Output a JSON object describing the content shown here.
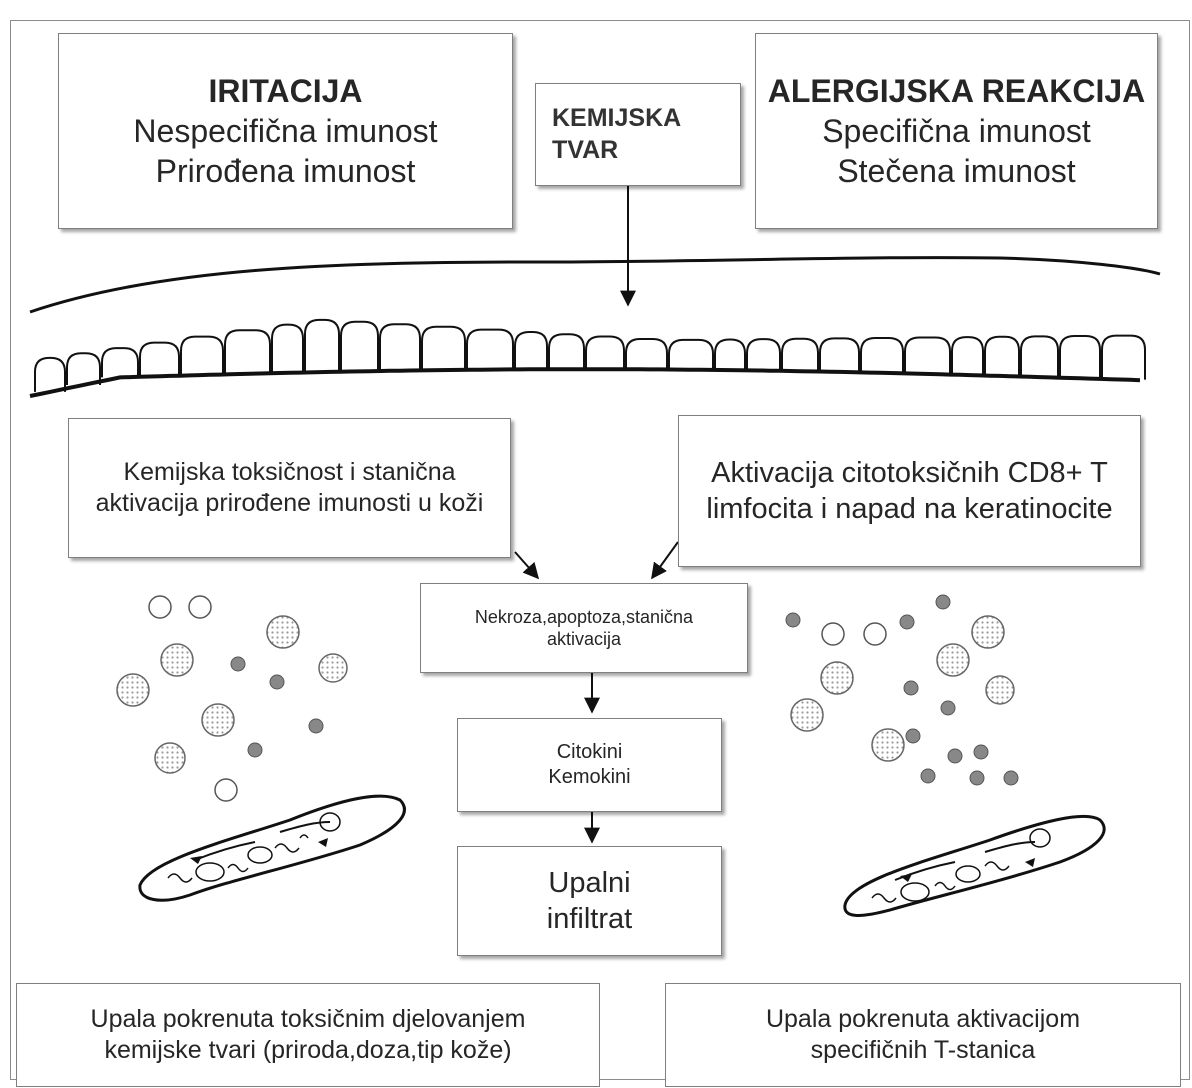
{
  "irritation": {
    "title": "IRITACIJA",
    "line1": "Nespecifična imunost",
    "line2": "Prirođena imunost"
  },
  "allergy": {
    "title": "ALERGIJSKA REAKCIJA",
    "line1": "Specifična imunost",
    "line2": "Stečena imunost"
  },
  "chemical": {
    "line1": "KEMIJSKA",
    "line2": "TVAR"
  },
  "left_mechanism": "Kemijska toksičnost i stanična aktivacija prirođene imunosti u koži",
  "right_mechanism": "Aktivacija citotoksičnih CD8+ T limfocita i napad na keratinocite",
  "necrosis": {
    "line1": "Nekroza,apoptoza,stanična",
    "line2": "aktivacija"
  },
  "cytokines": {
    "line1": "Citokini",
    "line2": "Kemokini"
  },
  "infiltrate": {
    "line1": "Upalni",
    "line2": "infiltrat"
  },
  "bottom_left": {
    "line1": "Upala pokrenuta toksičnim djelovanjem",
    "line2": "kemijske tvari  (priroda,doza,tip kože)"
  },
  "bottom_right": {
    "line1": "Upala pokrenuta aktivacijom",
    "line2": "specifičnih T-stanica"
  },
  "colors": {
    "border": "#7f7f7f",
    "line": "#111111",
    "cell_dark": "#888888",
    "cell_dot": "#bbbbbb"
  }
}
